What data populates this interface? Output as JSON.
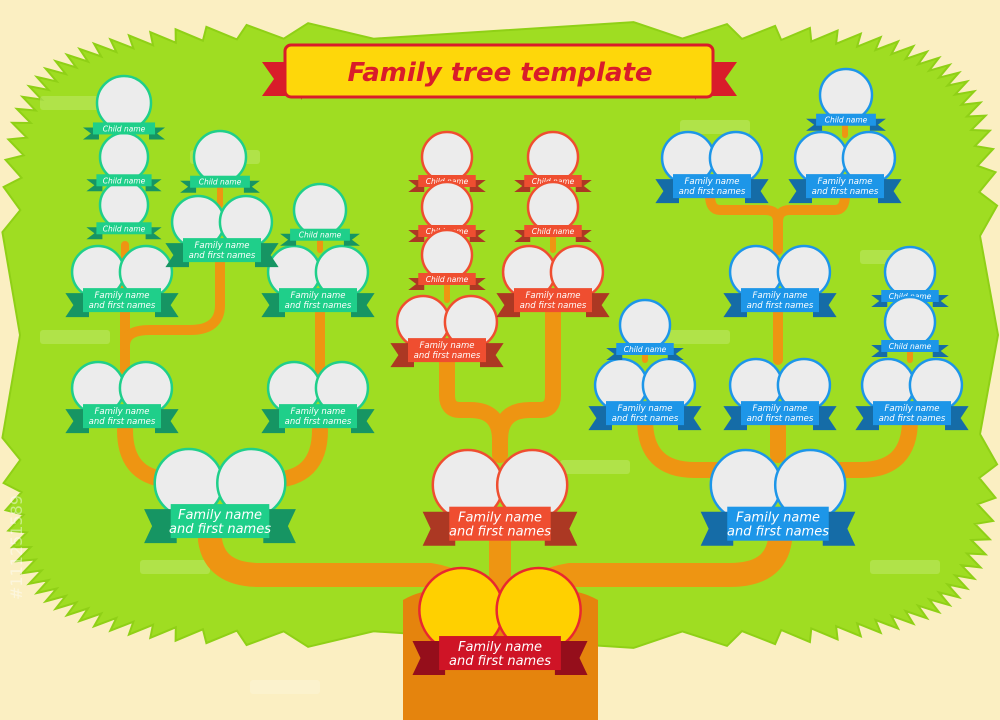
{
  "title": "Family tree template",
  "watermark_side": "#111251589",
  "colors": {
    "background": "#fbefc2",
    "foliage": "#9fdd22",
    "foliage_edge": "#8fd016",
    "trunk": "#e5840d",
    "branch": "#ee9512",
    "photo_fill": "#ececec",
    "title_banner": "#fed70a",
    "title_ribbon": "#d91c2a",
    "green_ribbon": "#1fcf8a",
    "red_ribbon": "#ef4e30",
    "blue_ribbon": "#1d96e8",
    "root_ribbon": "#cf1426",
    "root_photo": "#ffd000",
    "root_border": "#e8282f"
  },
  "root": {
    "label_line1": "Family name",
    "label_line2": "and first names"
  },
  "left_family": {
    "main": {
      "label_line1": "Family name",
      "label_line2": "and first names"
    },
    "couple_a": {
      "label_line1": "Family name",
      "label_line2": "and first names"
    },
    "couple_b": {
      "label_line1": "Family name",
      "label_line2": "and first names"
    },
    "couple_c": {
      "label_line1": "Family name",
      "label_line2": "and first names"
    },
    "couple_d": {
      "label_line1": "Family name",
      "label_line2": "and first names"
    },
    "couple_e": {
      "label_line1": "Family name",
      "label_line2": "and first names"
    },
    "child_1": "Child name",
    "child_2": "Child name",
    "child_3": "Child name",
    "child_4": "Child name",
    "child_5": "Child name"
  },
  "center_family": {
    "main": {
      "label_line1": "Family name",
      "label_line2": "and first names"
    },
    "couple_a": {
      "label_line1": "Family name",
      "label_line2": "and first names"
    },
    "couple_b": {
      "label_line1": "Family name",
      "label_line2": "and first names"
    },
    "child_1": "Child name",
    "child_2": "Child name",
    "child_3": "Child name",
    "child_4": "Child name",
    "child_5": "Child name"
  },
  "right_family": {
    "main": {
      "label_line1": "Family name",
      "label_line2": "and first names"
    },
    "couple_a": {
      "label_line1": "Family name",
      "label_line2": "and first names"
    },
    "couple_b": {
      "label_line1": "Family name",
      "label_line2": "and first names"
    },
    "couple_c": {
      "label_line1": "Family name",
      "label_line2": "and first names"
    },
    "couple_d": {
      "label_line1": "Family name",
      "label_line2": "and first names"
    },
    "couple_e": {
      "label_line1": "Family name",
      "label_line2": "and first names"
    },
    "couple_f": {
      "label_line1": "Family name",
      "label_line2": "and first names"
    },
    "child_1": "Child name",
    "child_2": "Child name",
    "child_3": "Child name",
    "child_4": "Child name"
  }
}
